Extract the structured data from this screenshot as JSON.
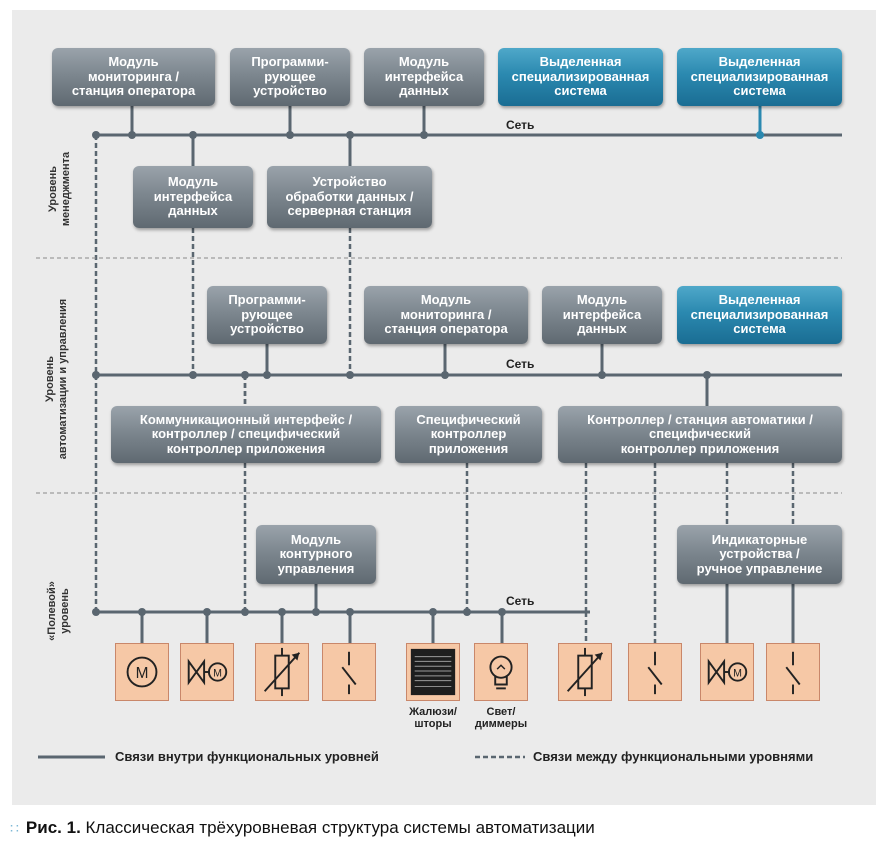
{
  "levels": {
    "management": "Уровень\nменеджмента",
    "automation": "Уровень\nавтоматизации и управления",
    "field": "«Полевой»\nуровень"
  },
  "network_label": "Сеть",
  "boxes": {
    "m1": "Модуль\nмониторинга /\nстанция оператора",
    "m2": "Программи-\nрующее\nустройство",
    "m3": "Модуль\nинтерфейса\nданных",
    "m4": "Выделенная\nспециализированная\nсистема",
    "m5": "Выделенная\nспециализированная\nсистема",
    "m6": "Модуль\nинтерфейса\nданных",
    "m7": "Устройство\nобработки данных /\nсерверная станция",
    "a1": "Программи-\nрующее\nустройство",
    "a2": "Модуль\nмониторинга /\nстанция оператора",
    "a3": "Модуль\nинтерфейса\nданных",
    "a4": "Выделенная\nспециализированная\nсистема",
    "a5": "Коммуникационный интерфейс /\nконтроллер / специфический\nконтроллер приложения",
    "a6": "Специфический\nконтроллер\nприложения",
    "a7": "Контроллер / станция автоматики /\nспецифический\nконтроллер приложения",
    "f1": "Модуль\nконтурного\nуправления",
    "f2": "Индикаторные\nустройства /\nручное управление"
  },
  "devices": [
    {
      "icon": "motor"
    },
    {
      "icon": "valve-motor"
    },
    {
      "icon": "sensor"
    },
    {
      "icon": "switch"
    },
    {
      "icon": "blinds"
    },
    {
      "icon": "lamp"
    },
    {
      "icon": "sensor"
    },
    {
      "icon": "switch"
    },
    {
      "icon": "valve-motor"
    },
    {
      "icon": "switch"
    }
  ],
  "motor_letter": "М",
  "device_captions": {
    "blinds": "Жалюзи/\nшторы",
    "lamp": "Свет/\nдиммеры"
  },
  "legend": {
    "solid": "Связи внутри функциональных уровней",
    "dashed": "Связи между функциональными уровнями"
  },
  "caption": {
    "number": "Рис. 1.",
    "text": "Классическая трёхуровневая структура системы автоматизации"
  },
  "colors": {
    "line": "#5a6670",
    "gray_box": "#7d878f",
    "blue_box": "#2b89b0",
    "device_fill": "#f6c8a6",
    "panel": "#ebebeb",
    "caption_dots": "#7fb9d6"
  }
}
